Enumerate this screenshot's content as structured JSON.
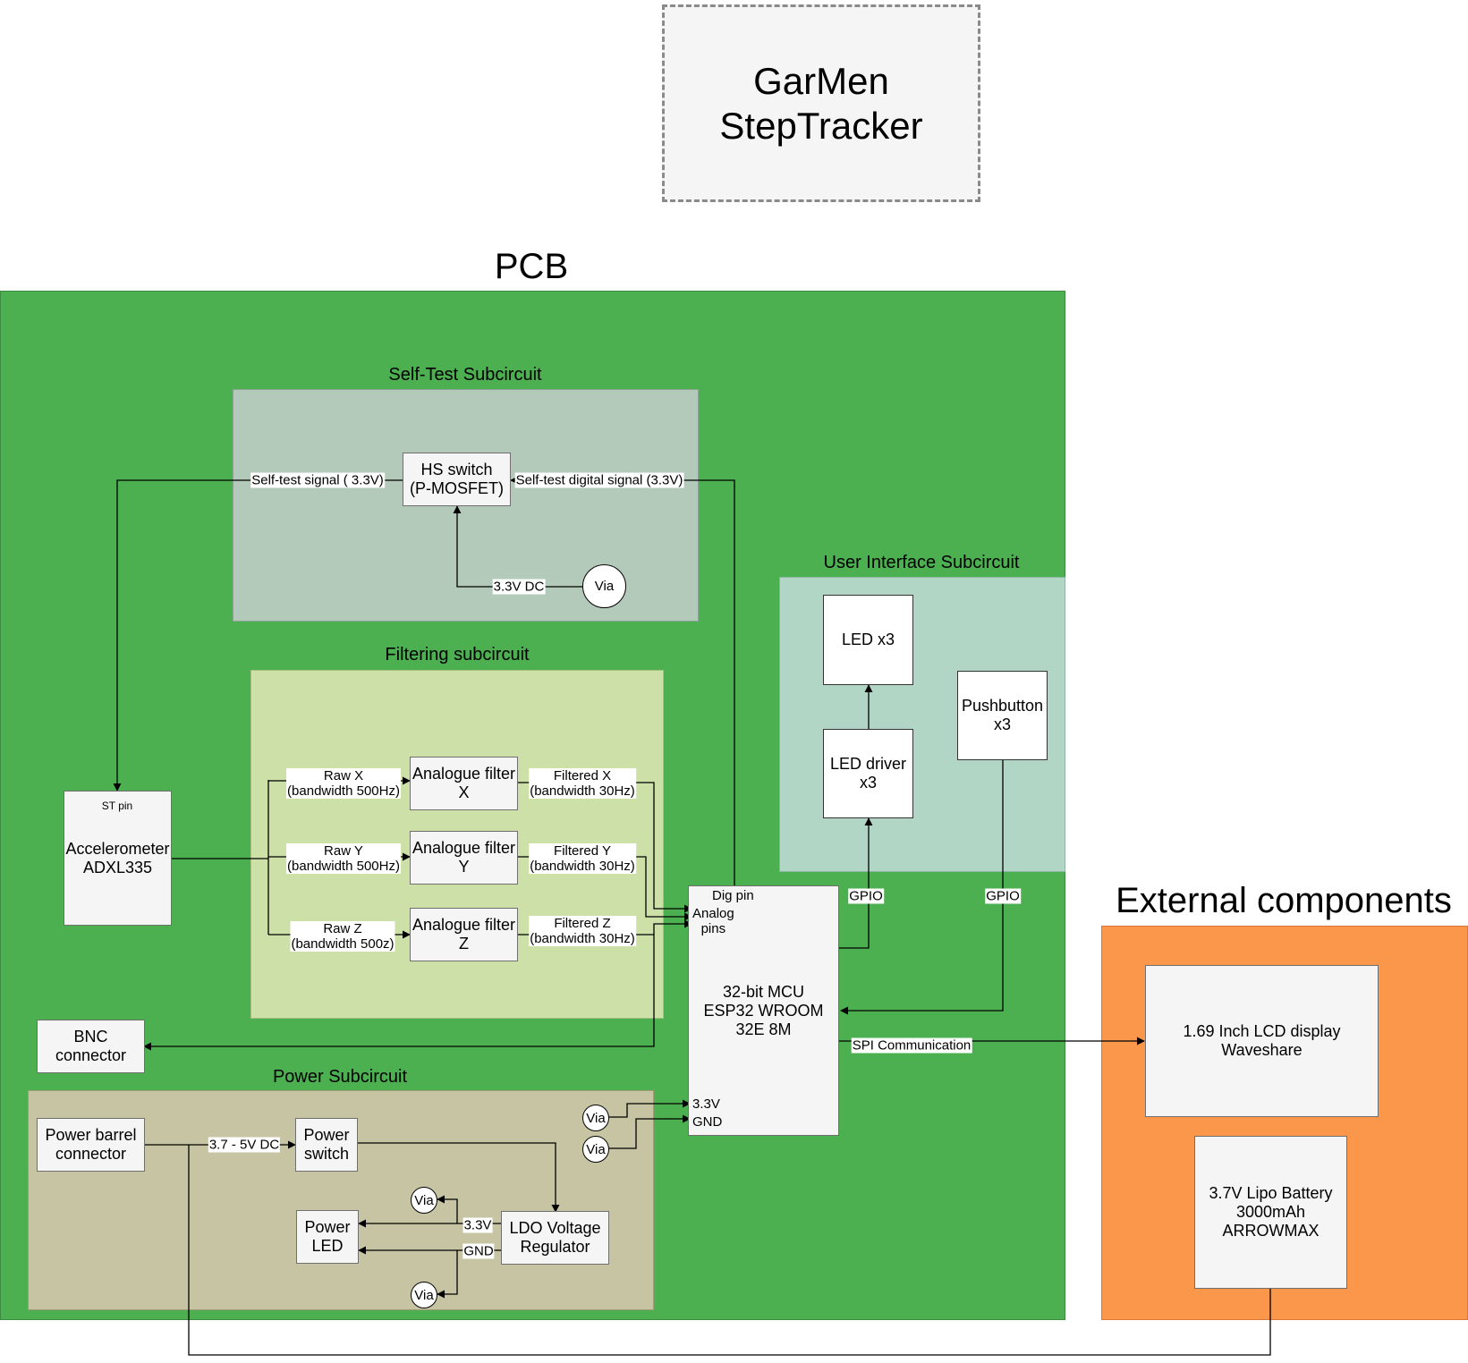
{
  "title": "GarMen\nStepTracker",
  "pcb": {
    "heading": "PCB",
    "color": "#4caf50",
    "self_test": {
      "heading": "Self-Test Subcircuit",
      "color": "#b3c9b9",
      "hs_switch": "HS switch\n(P-MOSFET)",
      "via": "Via",
      "label_signal_out": "Self-test signal ( 3.3V)",
      "label_signal_in": "Self-test digital signal (3.3V)",
      "label_dc": "3.3V DC"
    },
    "filtering": {
      "heading": "Filtering subcircuit",
      "color": "#cde0a8",
      "filter_x": "Analogue filter\nX",
      "filter_y": "Analogue filter\nY",
      "filter_z": "Analogue filter\nZ",
      "raw_x": "Raw X\n(bandwidth 500Hz)",
      "raw_y": "Raw Y\n(bandwidth 500Hz)",
      "raw_z": "Raw Z\n(bandwidth 500z)",
      "filtered_x": "Filtered X\n(bandwidth 30Hz)",
      "filtered_y": "Filtered Y\n(bandwidth 30Hz)",
      "filtered_z": "Filtered Z\n(bandwidth 30Hz)"
    },
    "ui": {
      "heading": "User Interface Subcircuit",
      "color": "#b1d6c6",
      "led": "LED x3",
      "led_driver": "LED driver\nx3",
      "pushbutton": "Pushbutton\nx3",
      "gpio_left": "GPIO",
      "gpio_right": "GPIO"
    },
    "accelerometer": {
      "st_pin": "ST pin",
      "label": "Accelerometer\nADXL335"
    },
    "mcu": {
      "label": "32-bit MCU\nESP32 WROOM\n32E 8M",
      "dig_pin": "Dig pin",
      "analog_pins": "Analog\npins",
      "pin_33v": "3.3V",
      "pin_gnd": "GND",
      "spi": "SPI Communication"
    },
    "bnc": "BNC\nconnector",
    "mcu_via_top": "Via",
    "mcu_via_bottom": "Via",
    "power": {
      "heading": "Power Subcircuit",
      "color": "#c6c4a2",
      "barrel": "Power barrel\nconnector",
      "switch": "Power\nswitch",
      "led": "Power\nLED",
      "ldo": "LDO Voltage\nRegulator",
      "label_dc": "3.7 - 5V DC",
      "label_33v": "3.3V",
      "label_gnd": "GND",
      "via_top": "Via",
      "via_bottom": "Via"
    }
  },
  "external": {
    "heading": "External components",
    "color": "#fb974b",
    "lcd": "1.69 Inch LCD display\nWaveshare",
    "battery": "3.7V Lipo Battery\n3000mAh\nARROWMAX"
  }
}
